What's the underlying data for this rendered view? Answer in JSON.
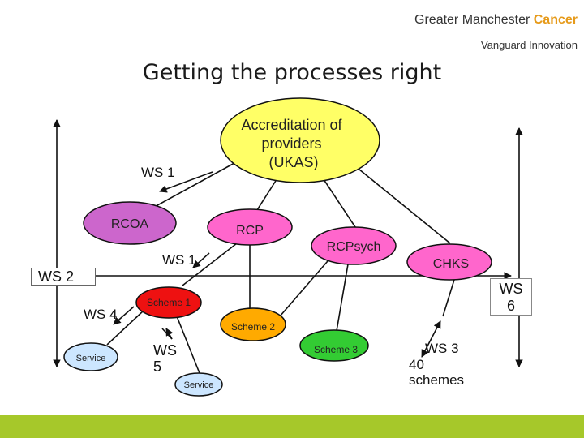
{
  "header": {
    "brand_prefix": "Greater Manchester",
    "brand_accent": "Cancer",
    "tagline": "Vanguard Innovation"
  },
  "title": "Getting the processes right",
  "nodes": {
    "ukas": "Accreditation of providers (UKAS)",
    "rcoa": "RCOA",
    "rcp": "RCP",
    "rcpsych": "RCPsych",
    "chks": "CHKS",
    "scheme1": "Scheme 1",
    "scheme2": "Scheme 2",
    "scheme3": "Scheme 3",
    "service_left": "Service",
    "service_mid": "Service"
  },
  "labels": {
    "ws1_top": "WS 1",
    "ws1_mid": "WS 1",
    "ws2": "WS 2",
    "ws4": "WS 4",
    "ws5": "WS\n5",
    "ws6": "WS\n6",
    "ws3": "WS 3",
    "forty_schemes": "40\nschemes"
  },
  "colors": {
    "ukas": "#ffff66",
    "rcoa": "#cc66cc",
    "rcp": "#ff66cc",
    "rcpsych": "#ff66cc",
    "chks": "#ff66cc",
    "scheme1": "#ee1111",
    "scheme2": "#ffaa00",
    "scheme3": "#33cc33",
    "service": "#cce6ff",
    "brand_accent": "#e69a1a",
    "footer": "#a6c82a"
  }
}
